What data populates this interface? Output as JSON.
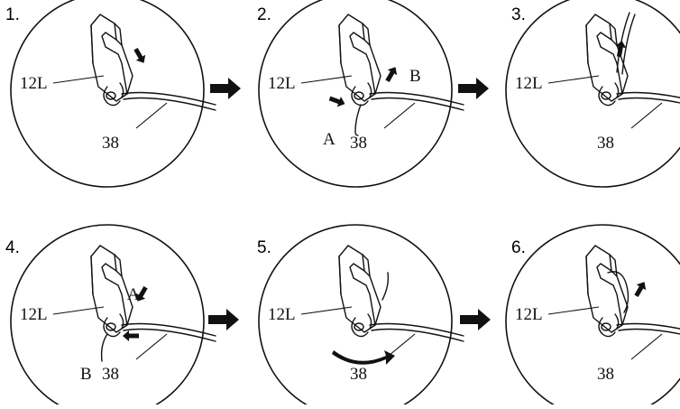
{
  "steps": [
    {
      "number": "1.",
      "part_label": "12L",
      "wire_label": "38"
    },
    {
      "number": "2.",
      "part_label": "12L",
      "wire_label": "38",
      "end_a": "A",
      "end_b": "B"
    },
    {
      "number": "3.",
      "part_label": "12L",
      "wire_label": "38"
    },
    {
      "number": "4.",
      "part_label": "12L",
      "wire_label": "38",
      "end_a": "A",
      "end_b": "B"
    },
    {
      "number": "5.",
      "part_label": "12L",
      "wire_label": "38"
    },
    {
      "number": "6.",
      "part_label": "12L",
      "wire_label": "38"
    }
  ],
  "colors": {
    "ink": "#111111",
    "background": "#ffffff"
  }
}
